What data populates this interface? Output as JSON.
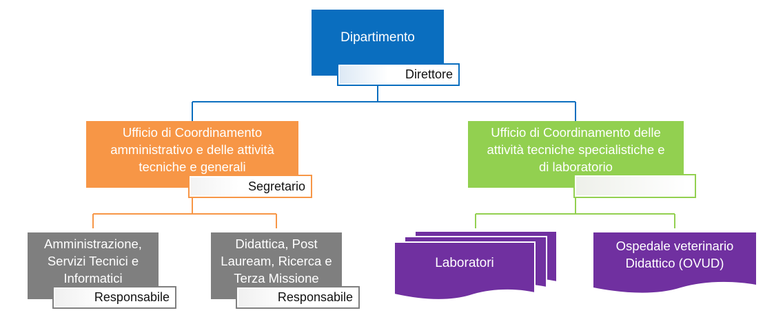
{
  "department": {
    "title": "Dipartimento",
    "role": "Direttore"
  },
  "offices": {
    "admin": {
      "title_lines": [
        "Ufficio di Coordinamento",
        "amministrativo e delle attività",
        "tecniche e generali"
      ],
      "role": "Segretario"
    },
    "tech": {
      "title_lines": [
        "Ufficio di Coordinamento delle",
        "attività tecniche specialistiche e",
        "di laboratorio"
      ],
      "role": ""
    }
  },
  "units": {
    "admin_services": {
      "title_lines": [
        "Amministrazione,",
        "Servizi Tecnici e",
        "Informatici"
      ],
      "role": "Responsabile"
    },
    "didattica": {
      "title_lines": [
        "Didattica, Post",
        "Lauream, Ricerca e",
        "Terza Missione"
      ],
      "role": "Responsabile"
    },
    "labs": {
      "title": "Laboratori"
    },
    "ovud": {
      "title_lines": [
        "Ospedale veterinario",
        "Didattico (OVUD)"
      ]
    }
  },
  "colors": {
    "department": "#0a6ebf",
    "admin_branch": "#f79646",
    "tech_branch": "#92d050",
    "grey_units": "#7f7f7f",
    "purple_units": "#7030a0"
  }
}
